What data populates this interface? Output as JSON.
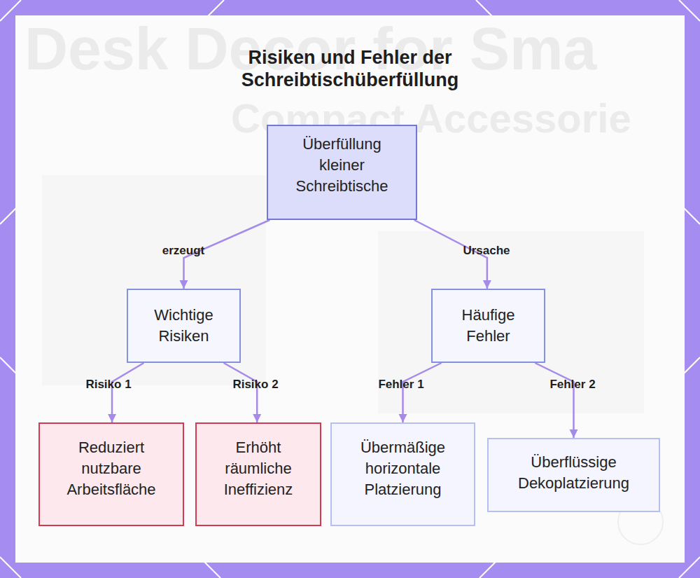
{
  "diagram": {
    "title": "Risiken und Fehler der Schreibtischüberfüllung",
    "nodes": [
      {
        "text": [
          "Überfüllung kleiner Schreibtische"
        ]
      },
      {
        "text": [
          "Wichtige Risiken"
        ]
      },
      {
        "text": [
          "Häufige Fehler"
        ]
      },
      {
        "text": [
          "Reduziert nutzbare Arbeitsfläche"
        ]
      },
      {
        "text": [
          "Erhöht räumliche Ineffizienz"
        ]
      },
      {
        "text": [
          "Übermäßige horizontale Platzierung"
        ]
      },
      {
        "text": [
          "Überflüssige Dekoplatzierung"
        ]
      }
    ],
    "edges": [
      {
        "from": 0,
        "to": 1,
        "label": "erzeugt",
        "arrow": "to"
      },
      {
        "from": 0,
        "to": 2,
        "label": "Ursache",
        "arrow": "to"
      },
      {
        "from": 1,
        "to": 3,
        "label": "Risiko 1",
        "arrow": "to"
      },
      {
        "from": 1,
        "to": 4,
        "label": "Risiko 2",
        "arrow": "to"
      },
      {
        "from": 2,
        "to": 5,
        "label": "Fehler 1",
        "arrow": "to"
      },
      {
        "from": 2,
        "to": 6,
        "label": "Fehler 2",
        "arrow": "to"
      }
    ],
    "labels": [
      "Desk Decor for Sma",
      "Compact Accessorie"
    ]
  }
}
